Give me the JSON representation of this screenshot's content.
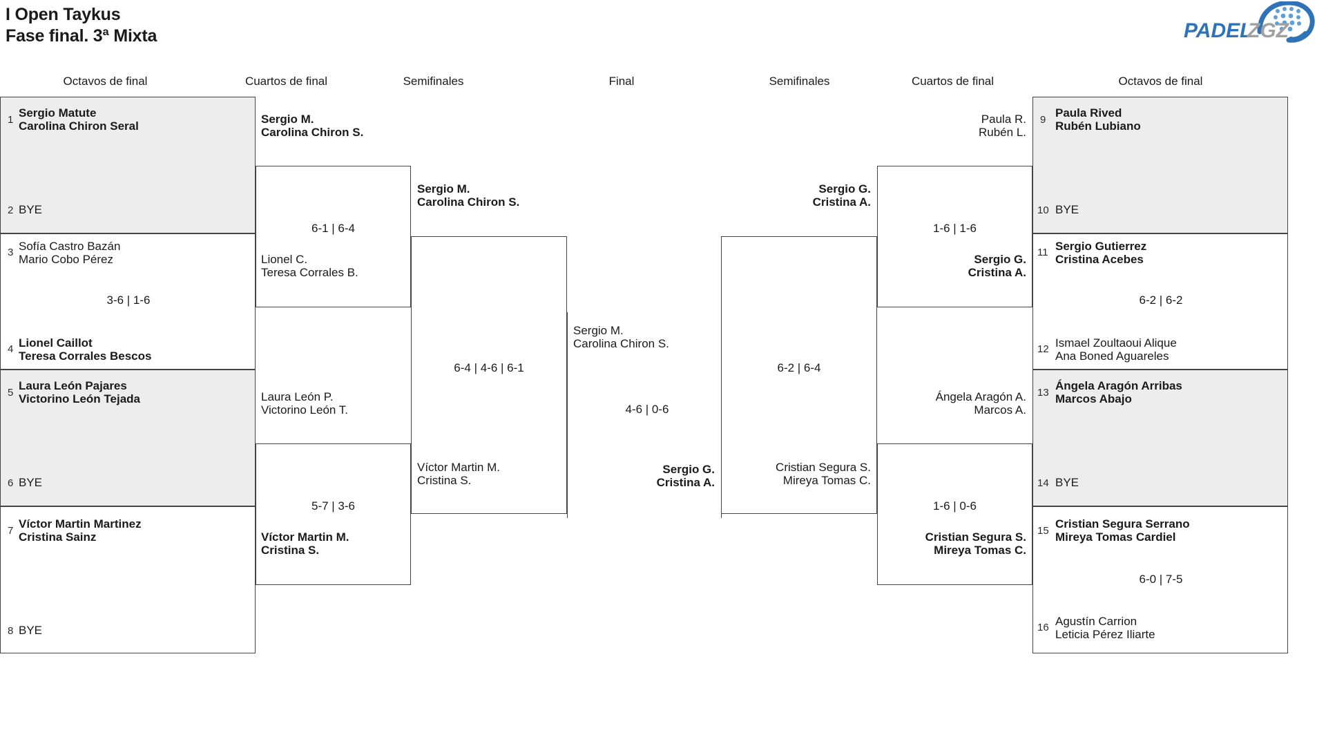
{
  "header": {
    "title_line1": "I Open Taykus",
    "title_line2": "Fase final. 3ª Mixta",
    "logo_primary": "PADEL",
    "logo_secondary": "ZGZ"
  },
  "round_labels": {
    "left_r16": "Octavos de final",
    "left_qf": "Cuartos de final",
    "left_sf": "Semifinales",
    "final": "Final",
    "right_sf": "Semifinales",
    "right_qf": "Cuartos de final",
    "right_r16": "Octavos de final"
  },
  "left_r16": [
    {
      "seed": "1",
      "line1": "Sergio Matute",
      "line2": "Carolina Chiron Seral",
      "winner": true,
      "shaded": true,
      "bye": false
    },
    {
      "seed": "2",
      "line1": "BYE",
      "line2": "",
      "winner": false,
      "shaded": true,
      "bye": true
    },
    {
      "seed": "3",
      "line1": "Sofía Castro Bazán",
      "line2": "Mario Cobo Pérez",
      "winner": false,
      "shaded": false,
      "bye": false
    },
    {
      "seed": "4",
      "line1": "Lionel Caillot",
      "line2": "Teresa Corrales Bescos",
      "winner": true,
      "shaded": false,
      "bye": false
    },
    {
      "seed": "5",
      "line1": "Laura León Pajares",
      "line2": "Victorino León Tejada",
      "winner": true,
      "shaded": true,
      "bye": false
    },
    {
      "seed": "6",
      "line1": "BYE",
      "line2": "",
      "winner": false,
      "shaded": true,
      "bye": true
    },
    {
      "seed": "7",
      "line1": "Víctor Martin Martinez",
      "line2": "Cristina Sainz",
      "winner": true,
      "shaded": false,
      "bye": false
    },
    {
      "seed": "8",
      "line1": "BYE",
      "line2": "",
      "winner": false,
      "shaded": false,
      "bye": true
    }
  ],
  "right_r16": [
    {
      "seed": "9",
      "line1": "Paula Rived",
      "line2": "Rubén Lubiano",
      "winner": true,
      "shaded": true,
      "bye": false
    },
    {
      "seed": "10",
      "line1": "BYE",
      "line2": "",
      "winner": false,
      "shaded": true,
      "bye": true
    },
    {
      "seed": "11",
      "line1": "Sergio Gutierrez",
      "line2": "Cristina Acebes",
      "winner": true,
      "shaded": false,
      "bye": false
    },
    {
      "seed": "12",
      "line1": "Ismael Zoultaoui Alique",
      "line2": "Ana Boned Aguareles",
      "winner": false,
      "shaded": false,
      "bye": false
    },
    {
      "seed": "13",
      "line1": "Ángela Aragón Arribas",
      "line2": "Marcos Abajo",
      "winner": true,
      "shaded": true,
      "bye": false
    },
    {
      "seed": "14",
      "line1": "BYE",
      "line2": "",
      "winner": false,
      "shaded": true,
      "bye": true
    },
    {
      "seed": "15",
      "line1": "Cristian Segura Serrano",
      "line2": "Mireya Tomas Cardiel",
      "winner": true,
      "shaded": false,
      "bye": false
    },
    {
      "seed": "16",
      "line1": "Agustín Carrion",
      "line2": "Leticia Pérez Iliarte",
      "winner": false,
      "shaded": false,
      "bye": false
    }
  ],
  "left_qf": [
    {
      "winner_l1": "Sergio M.",
      "winner_l2": "Carolina Chiron S.",
      "loser_l1": "Lionel C.",
      "loser_l2": "Teresa Corrales B.",
      "score": "6-1 | 6-4"
    },
    {
      "winner_l1": "Víctor Martin M.",
      "winner_l2": "Cristina S.",
      "loser_l1": "Laura León P.",
      "loser_l2": "Victorino León T.",
      "score": "5-7 | 3-6"
    }
  ],
  "right_qf": [
    {
      "winner_l1": "Sergio G.",
      "winner_l2": "Cristina A.",
      "loser_l1": "Paula R.",
      "loser_l2": "Rubén L.",
      "score": "1-6 | 1-6"
    },
    {
      "winner_l1": "Cristian Segura S.",
      "winner_l2": "Mireya Tomas C.",
      "loser_l1": "Ángela Aragón A.",
      "loser_l2": "Marcos A.",
      "score": "1-6 | 0-6"
    }
  ],
  "left_sf": {
    "winner_l1": "Sergio M.",
    "winner_l2": "Carolina Chiron S.",
    "loser_l1": "Víctor Martin M.",
    "loser_l2": "Cristina S.",
    "score": "6-4 | 4-6 | 6-1"
  },
  "right_sf": {
    "winner_l1": "Sergio G.",
    "winner_l2": "Cristina A.",
    "loser_l1": "Cristian Segura S.",
    "loser_l2": "Mireya Tomas C.",
    "score": "6-2 | 6-4"
  },
  "final": {
    "left_l1": "Sergio M.",
    "left_l2": "Carolina Chiron S.",
    "right_l1": "Sergio G.",
    "right_l2": "Cristina A.",
    "score": "4-6 | 0-6"
  }
}
